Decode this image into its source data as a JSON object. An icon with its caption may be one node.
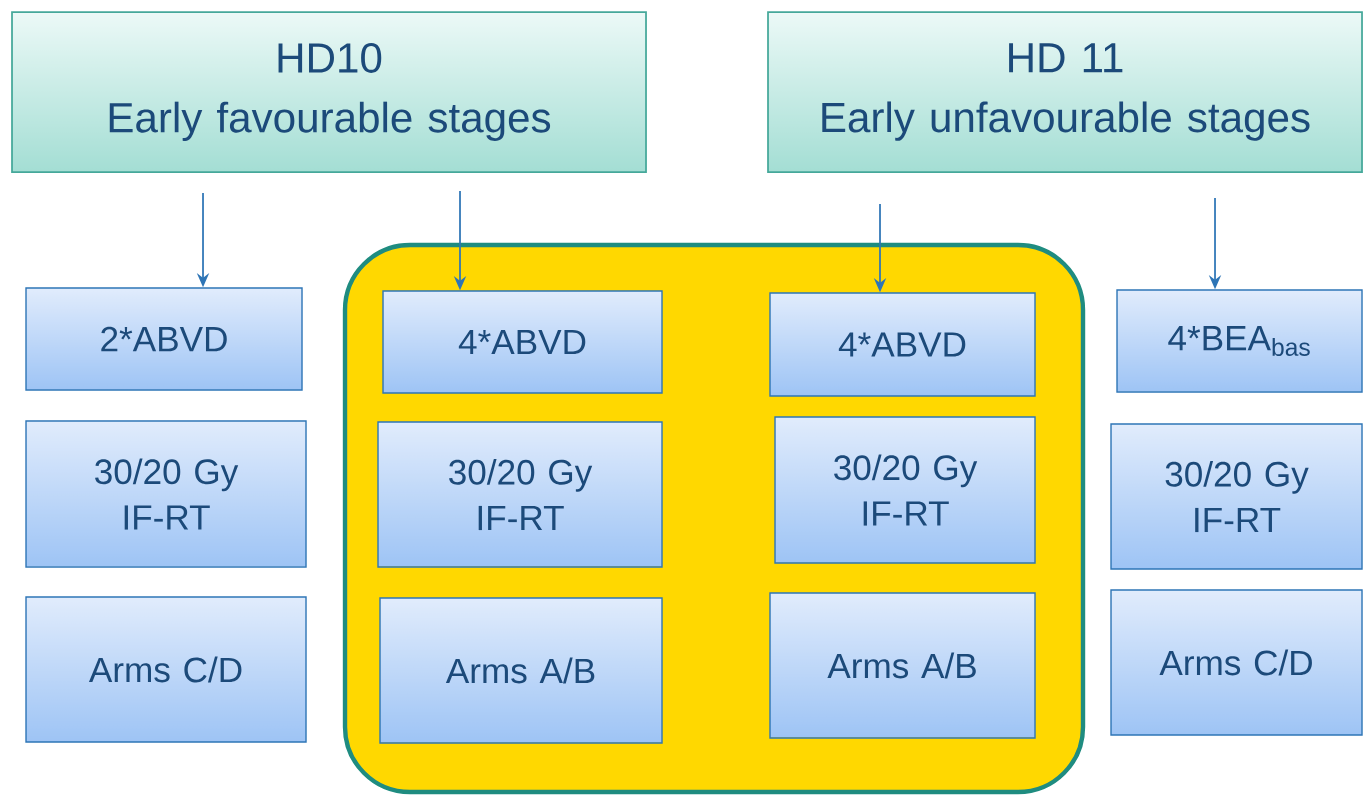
{
  "diagram": {
    "nodes": [
      {
        "text": [
          "HD10",
          "Early favourable stages"
        ]
      },
      {
        "text": [
          "HD 11",
          "Early unfavourable stages"
        ]
      },
      {
        "text": [],
        "shape": "box"
      },
      {
        "text": [
          "2*ABVD"
        ]
      },
      {
        "text": [
          "4*ABVD"
        ],
        "in": 2
      },
      {
        "text": [
          "4*ABVD"
        ],
        "in": 2
      },
      {
        "text": [
          "4*BEA$_{bas}$"
        ]
      },
      {
        "text": [
          "30/20 Gy IF-RT"
        ]
      },
      {
        "text": [
          "30/20 Gy IF-RT"
        ],
        "in": 2
      },
      {
        "text": [
          "30/20 Gy IF-RT"
        ],
        "in": 2
      },
      {
        "text": [
          "30/20 Gy IF-RT"
        ]
      },
      {
        "text": [
          "Arms C/D"
        ]
      },
      {
        "text": [
          "Arms A/B"
        ],
        "in": 2
      },
      {
        "text": [
          "Arms A/B"
        ],
        "in": 2
      },
      {
        "text": [
          "Arms C/D"
        ]
      }
    ],
    "edges": [
      {
        "from": 0,
        "to": 3,
        "arrow": "to"
      },
      {
        "from": 0,
        "to": 4,
        "arrow": "to"
      },
      {
        "from": 1,
        "to": 5,
        "arrow": "to"
      },
      {
        "from": 1,
        "to": 6,
        "arrow": "to"
      }
    ]
  }
}
